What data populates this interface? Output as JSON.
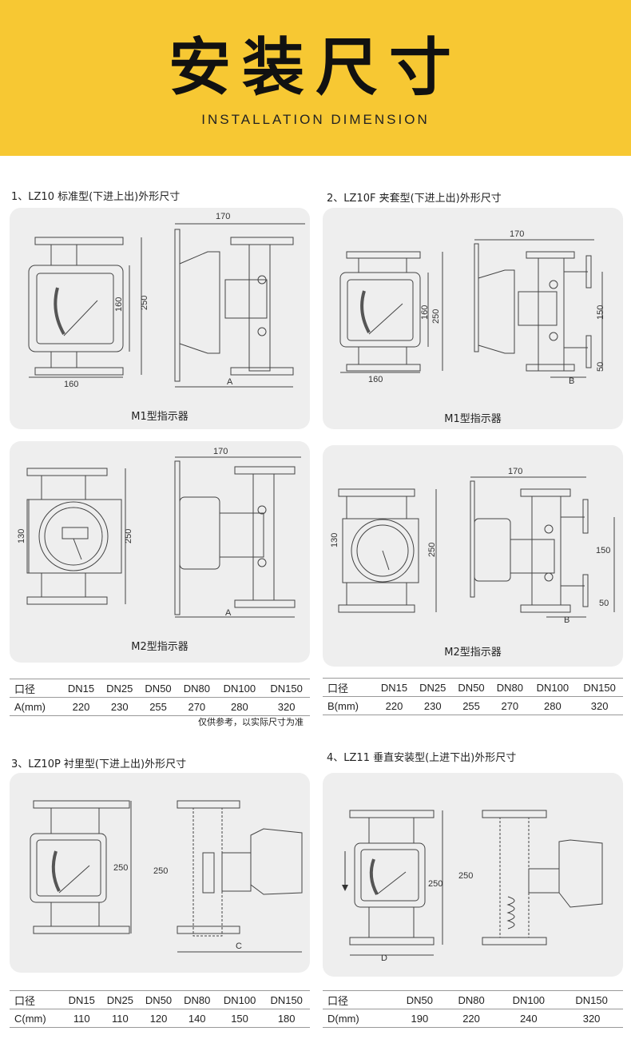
{
  "header": {
    "title": "安装尺寸",
    "subtitle": "INSTALLATION DIMENSION",
    "background_color": "#f7c833"
  },
  "sections": [
    {
      "title": "1、LZ10 标准型(下进上出)外形尺寸",
      "panels": [
        {
          "label": "M1型指示器",
          "dims": {
            "width_top": "170",
            "front_width": "160",
            "front_height": "160",
            "total_height": "250",
            "side": "A"
          }
        },
        {
          "label": "M2型指示器",
          "dims": {
            "width_top": "170",
            "front_height": "130",
            "total_height": "250",
            "side": "A"
          }
        }
      ]
    },
    {
      "title": "2、LZ10F 夹套型(下进上出)外形尺寸",
      "panels": [
        {
          "label": "M1型指示器",
          "dims": {
            "width_top": "170",
            "front_width": "160",
            "front_height": "160",
            "total_height": "250",
            "jacket_height": "150",
            "jacket_offset": "50",
            "side": "B"
          }
        },
        {
          "label": "M2型指示器",
          "dims": {
            "width_top": "170",
            "front_height": "130",
            "total_height": "250",
            "jacket_height": "150",
            "jacket_offset": "50",
            "side": "B"
          }
        }
      ]
    },
    {
      "title": "3、LZ10P  衬里型(下进上出)外形尺寸",
      "dims": {
        "total_height": "250",
        "side": "C"
      }
    },
    {
      "title": "4、LZ11 垂直安装型(上进下出)外形尺寸",
      "dims": {
        "total_height": "250",
        "side": "D"
      }
    }
  ],
  "tables": [
    {
      "headers": [
        "口径",
        "DN15",
        "DN25",
        "DN50",
        "DN80",
        "DN100",
        "DN150"
      ],
      "row": [
        "A(mm)",
        "220",
        "230",
        "255",
        "270",
        "280",
        "320"
      ]
    },
    {
      "headers": [
        "口径",
        "DN15",
        "DN25",
        "DN50",
        "DN80",
        "DN100",
        "DN150"
      ],
      "row": [
        "B(mm)",
        "220",
        "230",
        "255",
        "270",
        "280",
        "320"
      ]
    },
    {
      "headers": [
        "口径",
        "DN15",
        "DN25",
        "DN50",
        "DN80",
        "DN100",
        "DN150"
      ],
      "row": [
        "C(mm)",
        "110",
        "110",
        "120",
        "140",
        "150",
        "180"
      ]
    },
    {
      "headers": [
        "口径",
        "DN50",
        "DN80",
        "DN100",
        "DN150"
      ],
      "row": [
        "D(mm)",
        "190",
        "220",
        "240",
        "320"
      ]
    }
  ],
  "note": "仅供参考，以实际尺寸为准"
}
